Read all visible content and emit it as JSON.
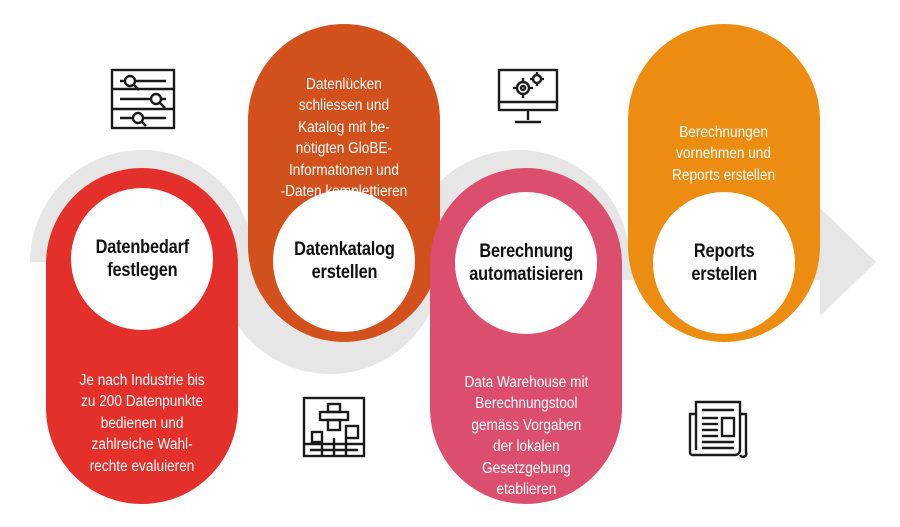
{
  "colors": {
    "wave": "#e6e6e6",
    "step1": "#e4302a",
    "step2": "#d2501c",
    "step3": "#dc4e6e",
    "step4": "#ec8c10",
    "icon": "#1a1a1a"
  },
  "steps": [
    {
      "title": "Datenbedarf\nfestlegen",
      "description": "Je nach Industrie bis\nzu 200 Datenpunkte\nbedienen und\nzahlreiche Wahl-\nrechte evaluieren",
      "icon": "sliders-search-icon"
    },
    {
      "title": "Datenkatalog\nerstellen",
      "description": "Datenlücken\nschliessen und\nKatalog mit be-\nnötigten GloBE-\nInformationen und\n-Daten komplettieren",
      "icon": "puzzle-grid-icon"
    },
    {
      "title": "Berechnung\nautomatisieren",
      "description": "Data Warehouse mit\nBerechnungstool\ngemäss Vorgaben\nder lokalen\nGesetzgebung\netablieren",
      "icon": "monitor-gears-icon"
    },
    {
      "title": "Reports\nerstellen",
      "description": "Berechnungen\nvornehmen und\nReports erstellen",
      "icon": "newspaper-icon"
    }
  ]
}
